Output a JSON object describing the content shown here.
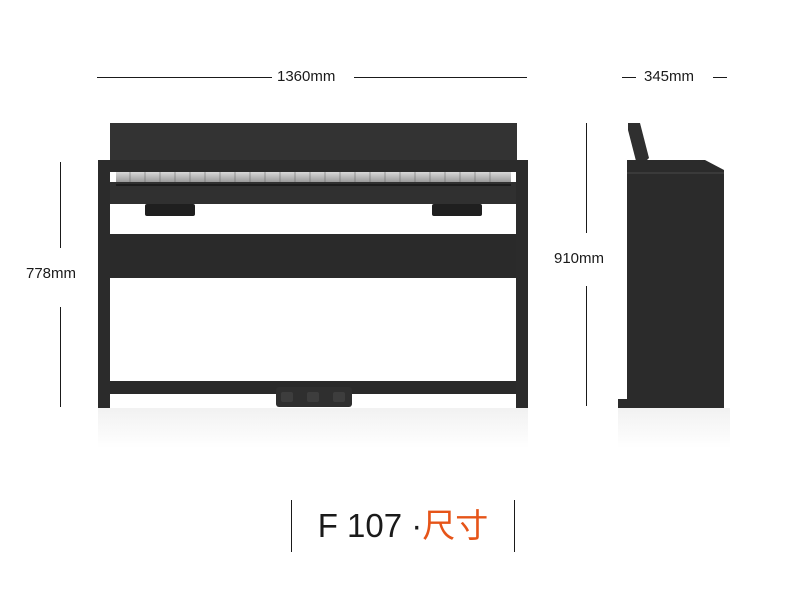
{
  "dimensions": {
    "width": "1360mm",
    "depth": "345mm",
    "height_stand": "778mm",
    "height_total": "910mm"
  },
  "caption": {
    "model": "F 107",
    "separator": "·",
    "label": "尺寸",
    "label_color": "#e65418"
  },
  "colors": {
    "piano_body": "#2b2b2b",
    "lines": "#1a1a1a"
  }
}
